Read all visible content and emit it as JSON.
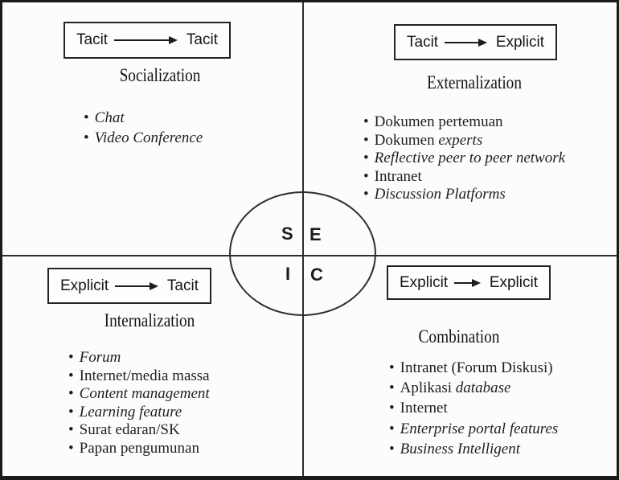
{
  "bullet": "•",
  "colors": {
    "ink": "#1c1c1c",
    "line": "#2e2e2e",
    "background": "#fcfcfa"
  },
  "center": {
    "s": "S",
    "e": "E",
    "i": "I",
    "c": "C"
  },
  "quadrants": {
    "socialization": {
      "box_from": "Tacit",
      "box_to": "Tacit",
      "title": "Socialization",
      "items": [
        {
          "em": "Chat"
        },
        {
          "em": "Video Conference"
        }
      ]
    },
    "externalization": {
      "box_from": "Tacit",
      "box_to": "Explicit",
      "title": "Externalization",
      "items": [
        {
          "pre": "Dokumen pertemuan"
        },
        {
          "pre": "Dokumen ",
          "em": "experts"
        },
        {
          "em": "Reflective peer to peer network"
        },
        {
          "pre": "Intranet"
        },
        {
          "em": "Discussion Platforms"
        }
      ]
    },
    "internalization": {
      "box_from": "Explicit",
      "box_to": "Tacit",
      "title": "Internalization",
      "items": [
        {
          "em": "Forum"
        },
        {
          "pre": "Internet/media massa"
        },
        {
          "em": "Content management"
        },
        {
          "em": "Learning feature"
        },
        {
          "pre": "Surat edaran/SK"
        },
        {
          "pre": "Papan pengumunan"
        }
      ]
    },
    "combination": {
      "box_from": "Explicit",
      "box_to": "Explicit",
      "title": "Combination",
      "items": [
        {
          "pre": "Intranet (Forum Diskusi)"
        },
        {
          "pre": "Aplikasi ",
          "em": "database"
        },
        {
          "pre": "Internet"
        },
        {
          "em": "Enterprise portal features"
        },
        {
          "em": "Business Intelligent"
        }
      ]
    }
  }
}
